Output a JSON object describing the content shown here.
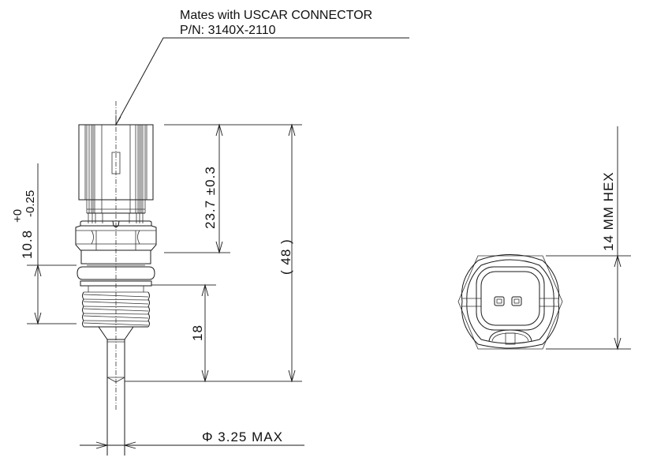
{
  "callout": {
    "line1": "Mates with USCAR CONNECTOR",
    "line2": "P/N: 3140X-2110"
  },
  "dimensions": {
    "connector_height": "23.7 ±0.3",
    "overall_length": "( 48 )",
    "thread_length": "18",
    "hex_to_thread": "10.8",
    "hex_to_thread_tol_upper": "+0",
    "hex_to_thread_tol_lower": "-0.25",
    "probe_diameter": "Φ 3.25 MAX",
    "hex_size": "14 MM HEX"
  },
  "views": {
    "side_view": "sensor-side-view",
    "end_view": "connector-end-view"
  },
  "colors": {
    "line": "#1a1a1a",
    "background": "#ffffff"
  }
}
